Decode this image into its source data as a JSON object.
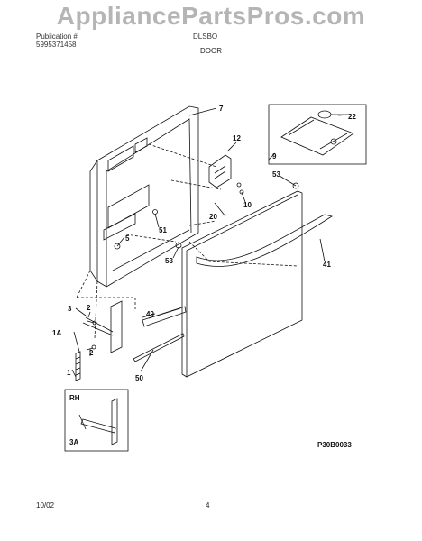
{
  "watermark": "AppliancePartsPros.com",
  "header": {
    "pub_line1": "Publication #",
    "pub_line2": "5995371458",
    "model": "DLSBO",
    "title": "DOOR"
  },
  "callouts": [
    "7",
    "12",
    "22",
    "9",
    "53",
    "10",
    "20",
    "5",
    "51",
    "53",
    "41",
    "2",
    "49",
    "3",
    "1A",
    "2",
    "1",
    "50",
    "RH",
    "3A"
  ],
  "diagram_code": "P30B0033",
  "footer": {
    "date": "10/02",
    "page": "4"
  }
}
